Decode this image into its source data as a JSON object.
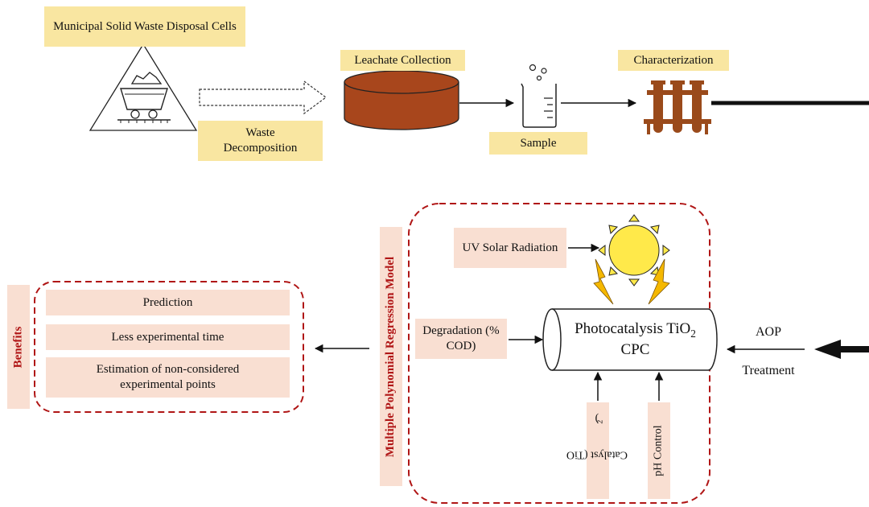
{
  "top": {
    "disposal_label": "Municipal Solid Waste Disposal Cells",
    "decomposition_label": "Waste Decomposition",
    "leachate_label": "Leachate Collection",
    "sample_label": "Sample",
    "characterization_label": "Characterization"
  },
  "treatment": {
    "aop_label": "AOP",
    "treatment_label": "Treatment"
  },
  "reactor": {
    "uv_label": "UV Solar Radiation",
    "degradation_label": "Degradation (% COD)",
    "tube_title": "Photocatalysis TiO",
    "tube_title_sub": "2",
    "tube_subtitle": "CPC",
    "catalyst_label": "Catalyst (TiO",
    "catalyst_sub": "2",
    "catalyst_close": ")",
    "ph_label": "pH Control",
    "model_label": "Multiple Polynomial Regression Model"
  },
  "benefits": {
    "title": "Benefits",
    "items": [
      "Prediction",
      "Less experimental time",
      "Estimation of non-considered experimental points"
    ]
  },
  "colors": {
    "label_yellow": "#f9e6a1",
    "label_pink": "#f9dfd2",
    "dashed_red": "#b01616",
    "tank_brown": "#a8461c",
    "tube_brown": "#9a4a1b",
    "sun_yellow": "#ffe94a",
    "bolt_orange": "#f5b800"
  }
}
